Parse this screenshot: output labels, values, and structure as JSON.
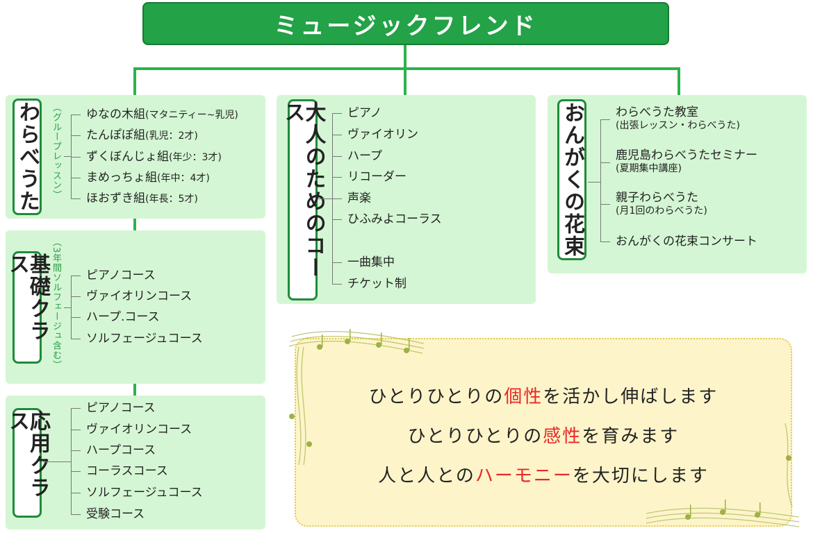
{
  "title": "ミュージックフレンド",
  "warabeuta": {
    "label": "わらべうた",
    "sub": "（グループレッスン）",
    "items": [
      "ゆなの木組",
      "たんぽぽ組",
      "ずくぼんじょ組",
      "まめっちょ組",
      "ほおずき組"
    ],
    "notes": [
      "(マタニティー~乳児)",
      "(乳児：2才)",
      "(年少：3才)",
      "(年中：4才)",
      "(年長：5才)"
    ]
  },
  "kiso": {
    "label": "基礎クラス",
    "sub": "（3年間ソルフェージュ含む）",
    "items": [
      "ピアノコース",
      "ヴァイオリンコース",
      "ハープ.コース",
      "ソルフェージュコース"
    ]
  },
  "ouyou": {
    "label": "応用クラス",
    "items": [
      "ピアノコース",
      "ヴァイオリンコース",
      "ハープコース",
      "コーラスコース",
      "ソルフェージュコース",
      "受験コース"
    ]
  },
  "otona": {
    "label": "大人のためのコース",
    "items": [
      "ピアノ",
      "ヴァイオリン",
      "ハープ",
      "リコーダー",
      "声楽",
      "ひふみよコーラス",
      "一曲集中",
      "チケット制"
    ]
  },
  "ongaku": {
    "label": "おんがくの花束",
    "items": [
      "わらべうた教室",
      "鹿児島わらべうたセミナー",
      "親子わらべうた",
      "おんがくの花束コンサート"
    ],
    "notes": [
      "(出張レッスン・わらべうた)",
      "(夏期集中講座)",
      "(月1回のわらべうた)",
      ""
    ]
  },
  "motto": {
    "line1": {
      "a": "ひとりひとりの",
      "b": "個性",
      "c": "を活かし伸ばします"
    },
    "line2": {
      "a": "ひとりひとりの",
      "b": "感性",
      "c": "を育みます"
    },
    "line3": {
      "a": "人と人との",
      "b": "ハーモニー",
      "c": "を大切にします"
    }
  },
  "colors": {
    "title_bg": "#23a247",
    "panel_bg": "#d4f6d4",
    "accent_red": "#e8282a",
    "motto_bg": "#fdf4c9"
  }
}
